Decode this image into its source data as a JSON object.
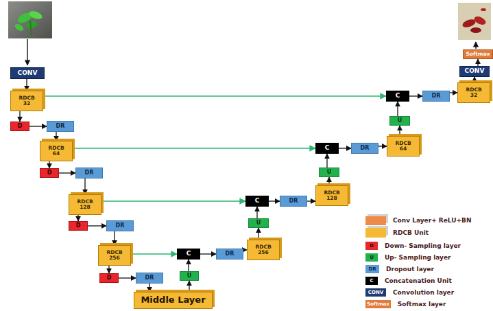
{
  "diagram": {
    "nodes": [
      {
        "text": [
          "CONV"
        ]
      },
      {
        "text": [
          "RDCB 32"
        ]
      },
      {
        "text": [
          "D"
        ]
      },
      {
        "text": [
          "DR"
        ]
      },
      {
        "text": [
          "RDCB 64"
        ]
      },
      {
        "text": [
          "D"
        ]
      },
      {
        "text": [
          "DR"
        ]
      },
      {
        "text": [
          "RDCB 128"
        ]
      },
      {
        "text": [
          "D"
        ]
      },
      {
        "text": [
          "DR"
        ]
      },
      {
        "text": [
          "RDCB 256"
        ]
      },
      {
        "text": [
          "D"
        ]
      },
      {
        "text": [
          "DR"
        ]
      },
      {
        "text": [
          "Middle Layer"
        ]
      },
      {
        "text": [
          "U"
        ]
      },
      {
        "text": [
          "C"
        ]
      },
      {
        "text": [
          "DR"
        ]
      },
      {
        "text": [
          "RDCB 256"
        ]
      },
      {
        "text": [
          "U"
        ]
      },
      {
        "text": [
          "C"
        ]
      },
      {
        "text": [
          "DR"
        ]
      },
      {
        "text": [
          "RDCB 128"
        ]
      },
      {
        "text": [
          "U"
        ]
      },
      {
        "text": [
          "C"
        ]
      },
      {
        "text": [
          "DR"
        ]
      },
      {
        "text": [
          "RDCB 64"
        ]
      },
      {
        "text": [
          "U"
        ]
      },
      {
        "text": [
          "C"
        ]
      },
      {
        "text": [
          "DR"
        ]
      },
      {
        "text": [
          "RDCB 32"
        ]
      },
      {
        "text": [
          "CONV"
        ]
      },
      {
        "text": [
          "Softmax"
        ]
      }
    ],
    "edges": [
      {
        "from": 0,
        "to": 1,
        "arrow": "to"
      },
      {
        "from": 1,
        "to": 2,
        "arrow": "to"
      },
      {
        "from": 2,
        "to": 3,
        "arrow": "to"
      },
      {
        "from": 3,
        "to": 4,
        "arrow": "to"
      },
      {
        "from": 4,
        "to": 5,
        "arrow": "to"
      },
      {
        "from": 5,
        "to": 6,
        "arrow": "to"
      },
      {
        "from": 6,
        "to": 7,
        "arrow": "to"
      },
      {
        "from": 7,
        "to": 8,
        "arrow": "to"
      },
      {
        "from": 8,
        "to": 9,
        "arrow": "to"
      },
      {
        "from": 9,
        "to": 10,
        "arrow": "to"
      },
      {
        "from": 10,
        "to": 11,
        "arrow": "to"
      },
      {
        "from": 11,
        "to": 12,
        "arrow": "to"
      },
      {
        "from": 12,
        "to": 13,
        "arrow": "to"
      },
      {
        "from": 13,
        "to": 14,
        "arrow": "to"
      },
      {
        "from": 14,
        "to": 15,
        "arrow": "to"
      },
      {
        "from": 10,
        "to": 15,
        "arrow": "to"
      },
      {
        "from": 15,
        "to": 16,
        "arrow": "to"
      },
      {
        "from": 16,
        "to": 17,
        "arrow": "to"
      },
      {
        "from": 17,
        "to": 18,
        "arrow": "to"
      },
      {
        "from": 18,
        "to": 19,
        "arrow": "to"
      },
      {
        "from": 7,
        "to": 19,
        "arrow": "to"
      },
      {
        "from": 19,
        "to": 20,
        "arrow": "to"
      },
      {
        "from": 20,
        "to": 21,
        "arrow": "to"
      },
      {
        "from": 21,
        "to": 22,
        "arrow": "to"
      },
      {
        "from": 22,
        "to": 23,
        "arrow": "to"
      },
      {
        "from": 4,
        "to": 23,
        "arrow": "to"
      },
      {
        "from": 23,
        "to": 24,
        "arrow": "to"
      },
      {
        "from": 24,
        "to": 25,
        "arrow": "to"
      },
      {
        "from": 25,
        "to": 26,
        "arrow": "to"
      },
      {
        "from": 26,
        "to": 27,
        "arrow": "to"
      },
      {
        "from": 1,
        "to": 27,
        "arrow": "to"
      },
      {
        "from": 27,
        "to": 28,
        "arrow": "to"
      },
      {
        "from": 28,
        "to": 29,
        "arrow": "to"
      },
      {
        "from": 29,
        "to": 30,
        "arrow": "to"
      },
      {
        "from": 30,
        "to": 31,
        "arrow": "to"
      }
    ],
    "labels": [
      "D",
      "U",
      "DR",
      "C",
      "CONV",
      "Softmax"
    ],
    "legend": [
      {
        "text": "Conv Layer+ ReLU+BN",
        "color": "#f08a4b"
      },
      {
        "text": "RDCB Unit",
        "color": "#f5b935"
      },
      {
        "text": "Down- Sampling layer",
        "color": "#e8262b"
      },
      {
        "text": "Up- Sampling layer",
        "color": "#22b14c"
      },
      {
        "text": "Dropout layer",
        "color": "#5b9bd5"
      },
      {
        "text": "Concatenation Unit",
        "color": "#000000"
      },
      {
        "text": "Convolution layer",
        "color": "#1f3b73"
      },
      {
        "text": "Softmax layer",
        "color": "#e07b39"
      }
    ]
  }
}
